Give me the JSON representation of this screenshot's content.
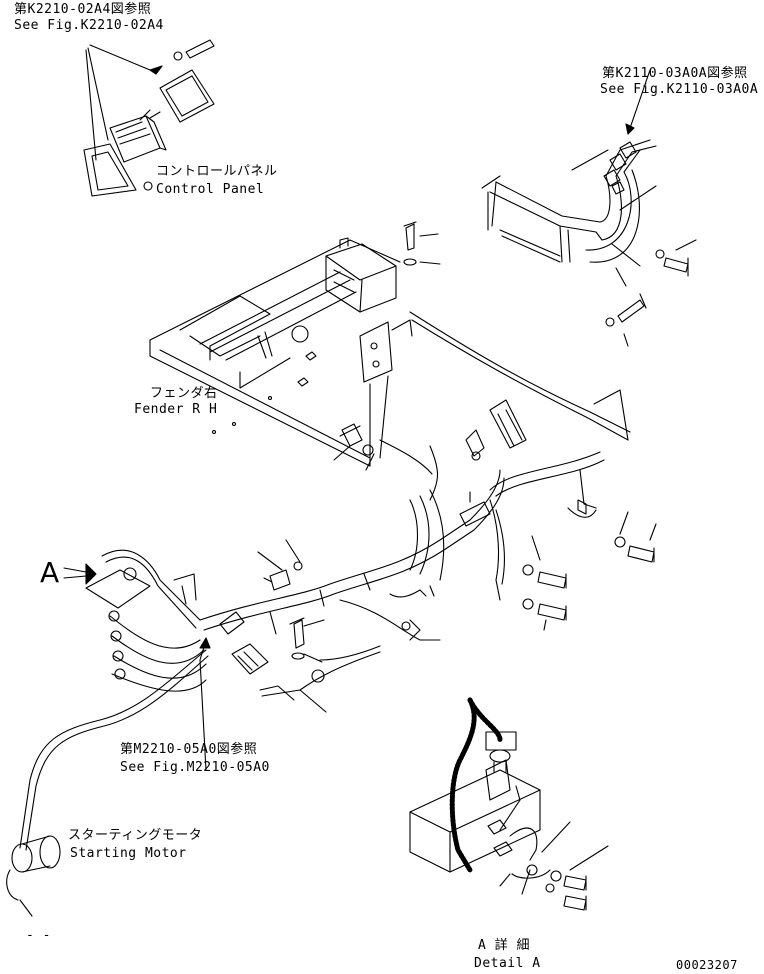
{
  "labels": {
    "ref_k2210_jp": "第K2210-02A4図参照",
    "ref_k2210_en": "See Fig.K2210-02A4",
    "control_panel_jp": "コントロールパネル",
    "control_panel_en": "Control Panel",
    "ref_k2110_jp": "第K2110-03A0A図参照",
    "ref_k2110_en": "See Fig.K2110-03A0A",
    "fender_jp": "フェンダ右",
    "fender_en": "Fender R H",
    "view_marker": "A",
    "ref_m2210_jp": "第M2210-05A0図参照",
    "ref_m2210_en": "See Fig.M2210-05A0",
    "starting_motor_jp": "スターティングモータ",
    "starting_motor_en": "Starting Motor",
    "detail_jp": "A 詳 細",
    "detail_en": "Detail A",
    "drawing_number": "00023207",
    "dash_mark": "- -"
  }
}
